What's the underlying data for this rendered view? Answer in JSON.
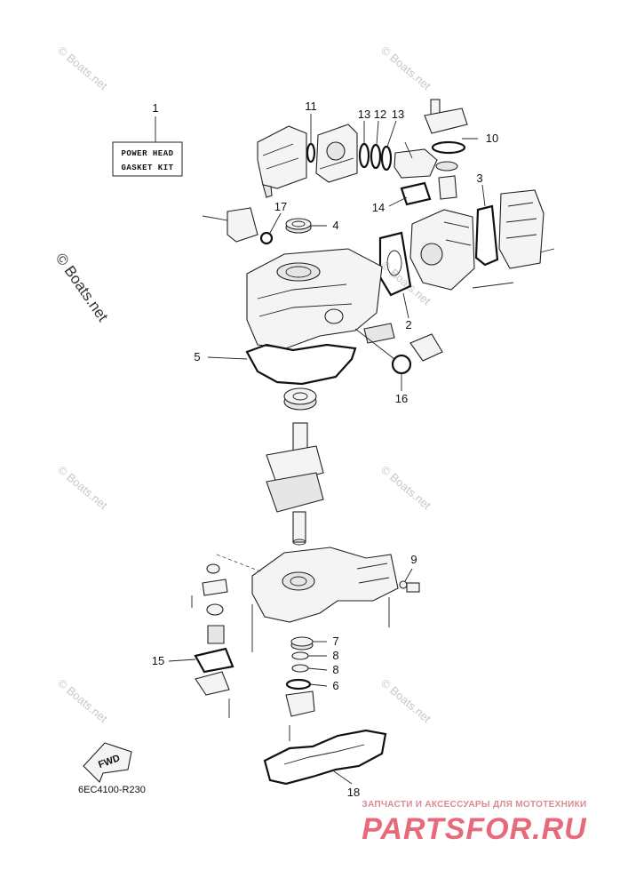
{
  "diagram": {
    "kit_label_line1": "POWER HEAD",
    "kit_label_line2": "GASKET KIT",
    "diagram_code": "6EC4100-R230",
    "direction_label": "FWD",
    "callouts": {
      "c1": "1",
      "c2": "2",
      "c3": "3",
      "c4": "4",
      "c5": "5",
      "c6": "6",
      "c7": "7",
      "c8a": "8",
      "c8b": "8",
      "c9": "9",
      "c10": "10",
      "c11": "11",
      "c12": "12",
      "c13a": "13",
      "c13b": "13",
      "c14": "14",
      "c15": "15",
      "c16": "16",
      "c17": "17",
      "c18": "18"
    }
  },
  "watermarks": {
    "side": "© Boats.net",
    "tile": "© Boats.net"
  },
  "branding": {
    "tagline": "ЗАПЧАСТИ И АКСЕССУАРЫ ДЛЯ МОТОТЕХНИКИ",
    "logo": "PARTSFOR.RU"
  },
  "colors": {
    "line": "#222222",
    "watermark": "#c8c8c8",
    "brand": "#e86a7a"
  }
}
